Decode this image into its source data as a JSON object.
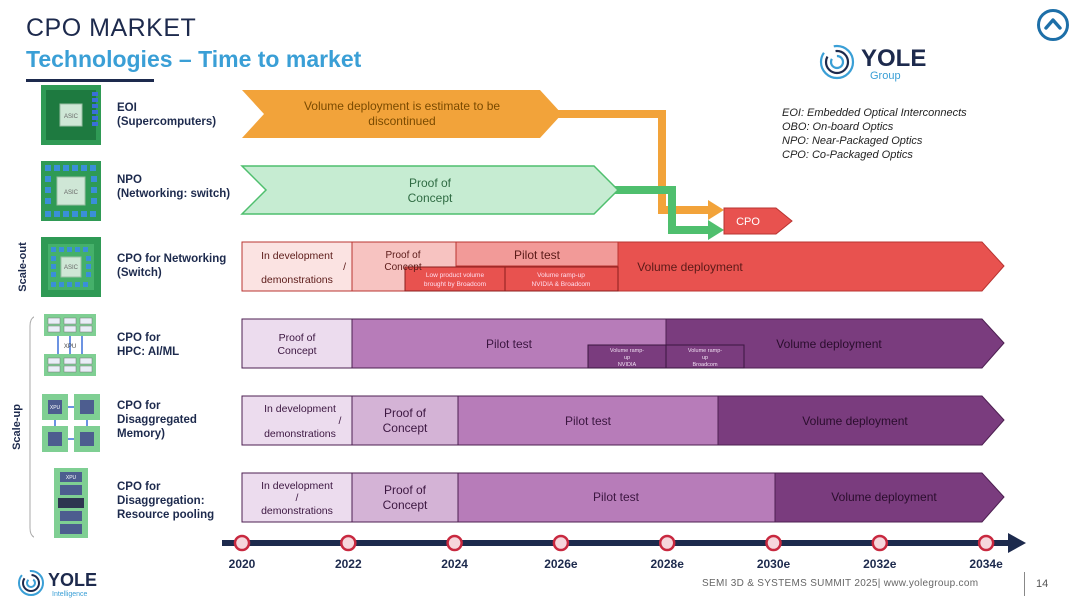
{
  "header": {
    "title": "CPO MARKET",
    "subtitle": "Technologies – Time to market"
  },
  "brand": {
    "name": "YOLE",
    "top_sub": "Group",
    "footer_sub": "Intelligence"
  },
  "legend": [
    "EOI: Embedded Optical Interconnects",
    "OBO: On-board Optics",
    "NPO: Near-Packaged Optics",
    "CPO: Co-Packaged Optics"
  ],
  "groups": {
    "scale_out": "Scale-out",
    "scale_up": "Scale-up"
  },
  "rows": [
    {
      "label": "EOI\n(Supercomputers)",
      "chip": "ASIC"
    },
    {
      "label": "NPO\n(Networking: switch)",
      "chip": "ASIC"
    },
    {
      "label": "CPO for Networking\n(Switch)",
      "chip": "ASIC"
    },
    {
      "label": "CPO for\nHPC: AI/ML",
      "chip": "XPU"
    },
    {
      "label": "CPO for\nDisaggregated\nMemory)",
      "chip": "XPU"
    },
    {
      "label": "CPO for\nDisaggregation:\nResource pooling",
      "chip": "XPU"
    }
  ],
  "segments": {
    "eoi": "Volume deployment is estimate to be discontinued",
    "npo": "Proof of Concept",
    "cpo_target": "CPO",
    "in_dev": "In development / demonstrations",
    "poc": "Proof of Concept",
    "pilot": "Pilot test",
    "volume": "Volume deployment",
    "net_sub1": "Low product volume brought by Broadcom",
    "net_sub2": "Volume ramp-up NVIDIA & Broadcom",
    "hpc_sub1": "Volume ramp-up NVIDIA",
    "hpc_sub2": "Volume ramp-up Broadcom"
  },
  "timeline": {
    "years": [
      "2020",
      "2022",
      "2024",
      "2026e",
      "2028e",
      "2030e",
      "2032e",
      "2034e"
    ]
  },
  "footer": {
    "text": "SEMI 3D & SYSTEMS SUMMIT 2025| www.yolegroup.com",
    "page": "14"
  },
  "colors": {
    "navy": "#1d2a4d",
    "blue": "#3a9fd6",
    "orange": "#f2a33a",
    "green_light": "#c6ecd2",
    "green_arrow": "#4fbf6e",
    "red": "#e8524f",
    "red_mid": "#f29a98",
    "red_light": "#fbe3e2",
    "purple_dark": "#7a3c7e",
    "purple_mid": "#b77cb9",
    "purple_light": "#ecdcee",
    "timeline_dot": "#c8283f"
  }
}
